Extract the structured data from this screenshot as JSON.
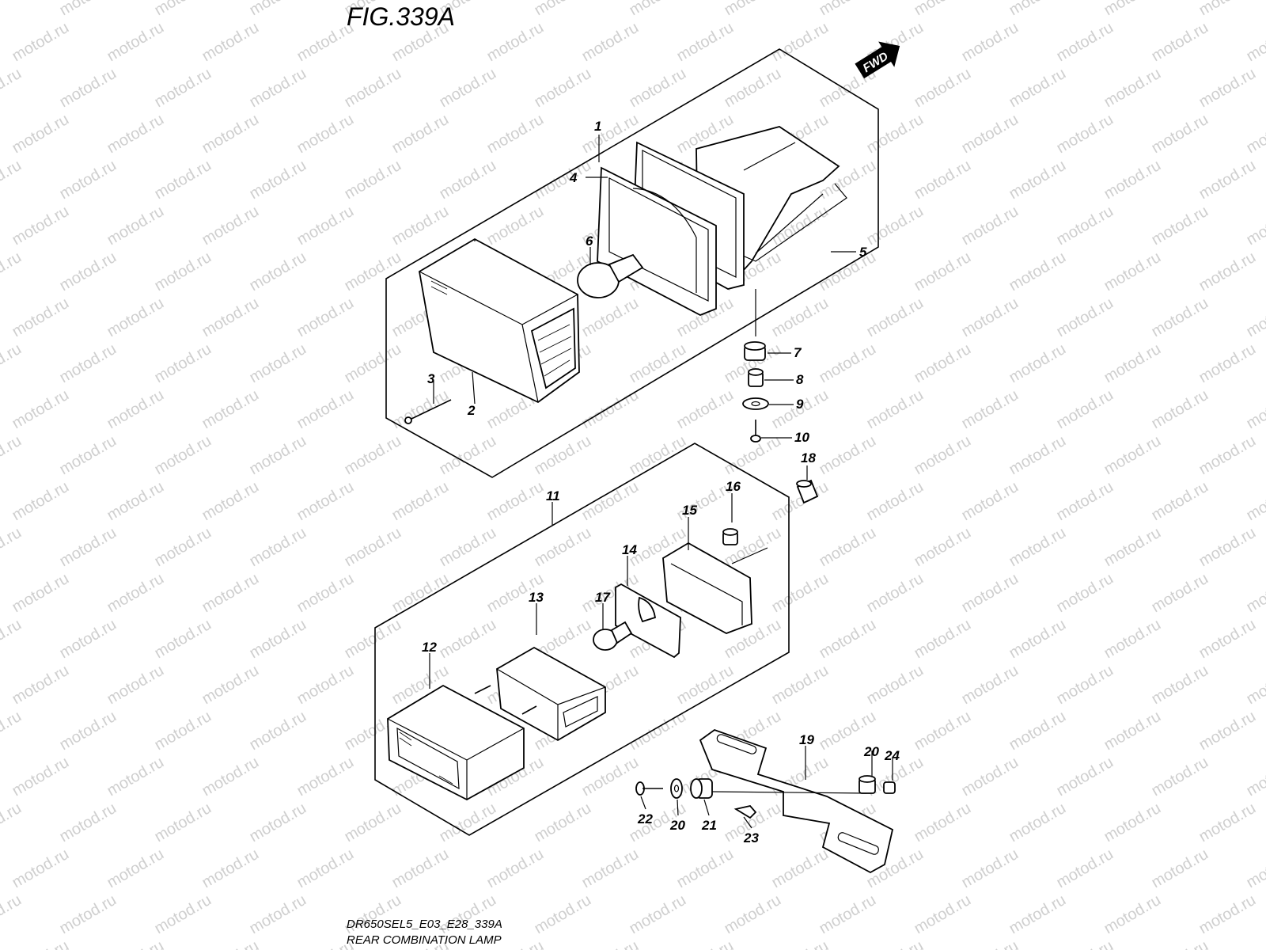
{
  "figure": {
    "title": "FIG.339A",
    "model_code": "DR650SEL5_E03_E28_339A",
    "name": "REAR COMBINATION LAMP",
    "fwd_label": "FWD",
    "watermark": "motod.ru"
  },
  "callouts": [
    {
      "id": "c1",
      "label": "1"
    },
    {
      "id": "c2",
      "label": "2"
    },
    {
      "id": "c3",
      "label": "3"
    },
    {
      "id": "c4",
      "label": "4"
    },
    {
      "id": "c5",
      "label": "5"
    },
    {
      "id": "c6",
      "label": "6"
    },
    {
      "id": "c7",
      "label": "7"
    },
    {
      "id": "c8",
      "label": "8"
    },
    {
      "id": "c9",
      "label": "9"
    },
    {
      "id": "c10",
      "label": "10"
    },
    {
      "id": "c11",
      "label": "11"
    },
    {
      "id": "c12",
      "label": "12"
    },
    {
      "id": "c13",
      "label": "13"
    },
    {
      "id": "c14",
      "label": "14"
    },
    {
      "id": "c15",
      "label": "15"
    },
    {
      "id": "c16",
      "label": "16"
    },
    {
      "id": "c17",
      "label": "17"
    },
    {
      "id": "c18",
      "label": "18"
    },
    {
      "id": "c19",
      "label": "19"
    },
    {
      "id": "c20a",
      "label": "20"
    },
    {
      "id": "c20b",
      "label": "20"
    },
    {
      "id": "c21",
      "label": "21"
    },
    {
      "id": "c22",
      "label": "22"
    },
    {
      "id": "c23",
      "label": "23"
    },
    {
      "id": "c24",
      "label": "24"
    }
  ]
}
